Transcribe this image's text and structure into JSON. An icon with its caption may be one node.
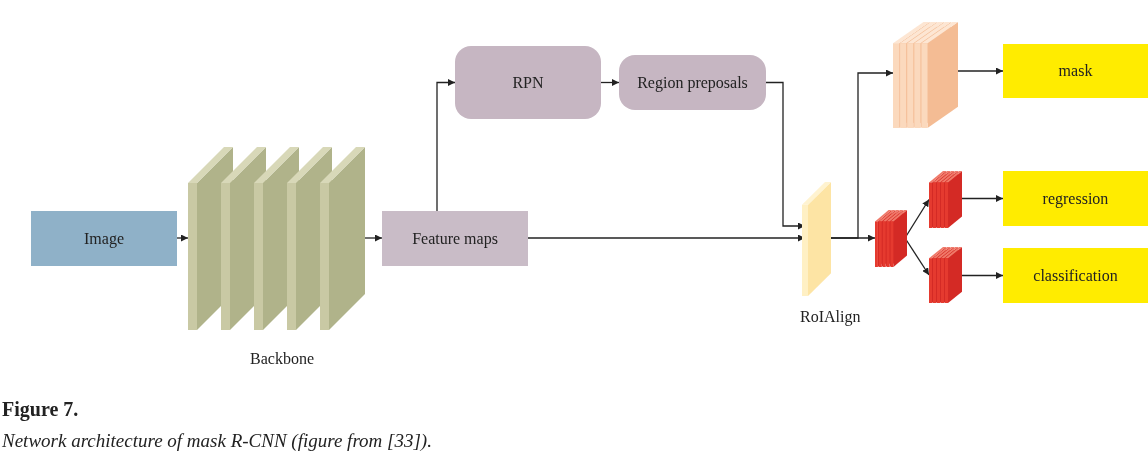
{
  "diagram": {
    "title": "Figure 7.",
    "caption": "Network architecture of mask R-CNN (figure from [33]).",
    "nodes": [
      {
        "text": [
          "Image"
        ]
      },
      {
        "text": [],
        "shape": "picture",
        "beside": [
          "Backbone"
        ]
      },
      {
        "text": [
          "Feature maps"
        ]
      },
      {
        "text": [
          "RPN"
        ]
      },
      {
        "text": [
          "Region preposals"
        ]
      },
      {
        "text": [],
        "shape": "picture",
        "beside": [
          "RoIAlign"
        ]
      },
      {
        "text": [],
        "shape": "picture"
      },
      {
        "text": [],
        "shape": "picture"
      },
      {
        "text": [],
        "shape": "picture"
      },
      {
        "text": [],
        "shape": "picture"
      },
      {
        "text": [
          "mask"
        ]
      },
      {
        "text": [
          "regression"
        ]
      },
      {
        "text": [
          "classification"
        ]
      }
    ],
    "edges": [
      {
        "from": 0,
        "to": 1,
        "arrow": "to"
      },
      {
        "from": 1,
        "to": 2,
        "arrow": "to"
      },
      {
        "from": 2,
        "to": 3,
        "arrow": "to"
      },
      {
        "from": 3,
        "to": 4,
        "arrow": "to"
      },
      {
        "from": 4,
        "to": 5,
        "arrow": "to"
      },
      {
        "from": 2,
        "to": 5,
        "arrow": "to"
      },
      {
        "from": 5,
        "to": 6,
        "arrow": "to"
      },
      {
        "from": 5,
        "to": 7,
        "arrow": "to"
      },
      {
        "from": 7,
        "to": 8,
        "arrow": "to"
      },
      {
        "from": 7,
        "to": 9,
        "arrow": "to"
      },
      {
        "from": 6,
        "to": 10,
        "arrow": "to"
      },
      {
        "from": 8,
        "to": 11,
        "arrow": "to"
      },
      {
        "from": 9,
        "to": 12,
        "arrow": "to"
      }
    ]
  }
}
